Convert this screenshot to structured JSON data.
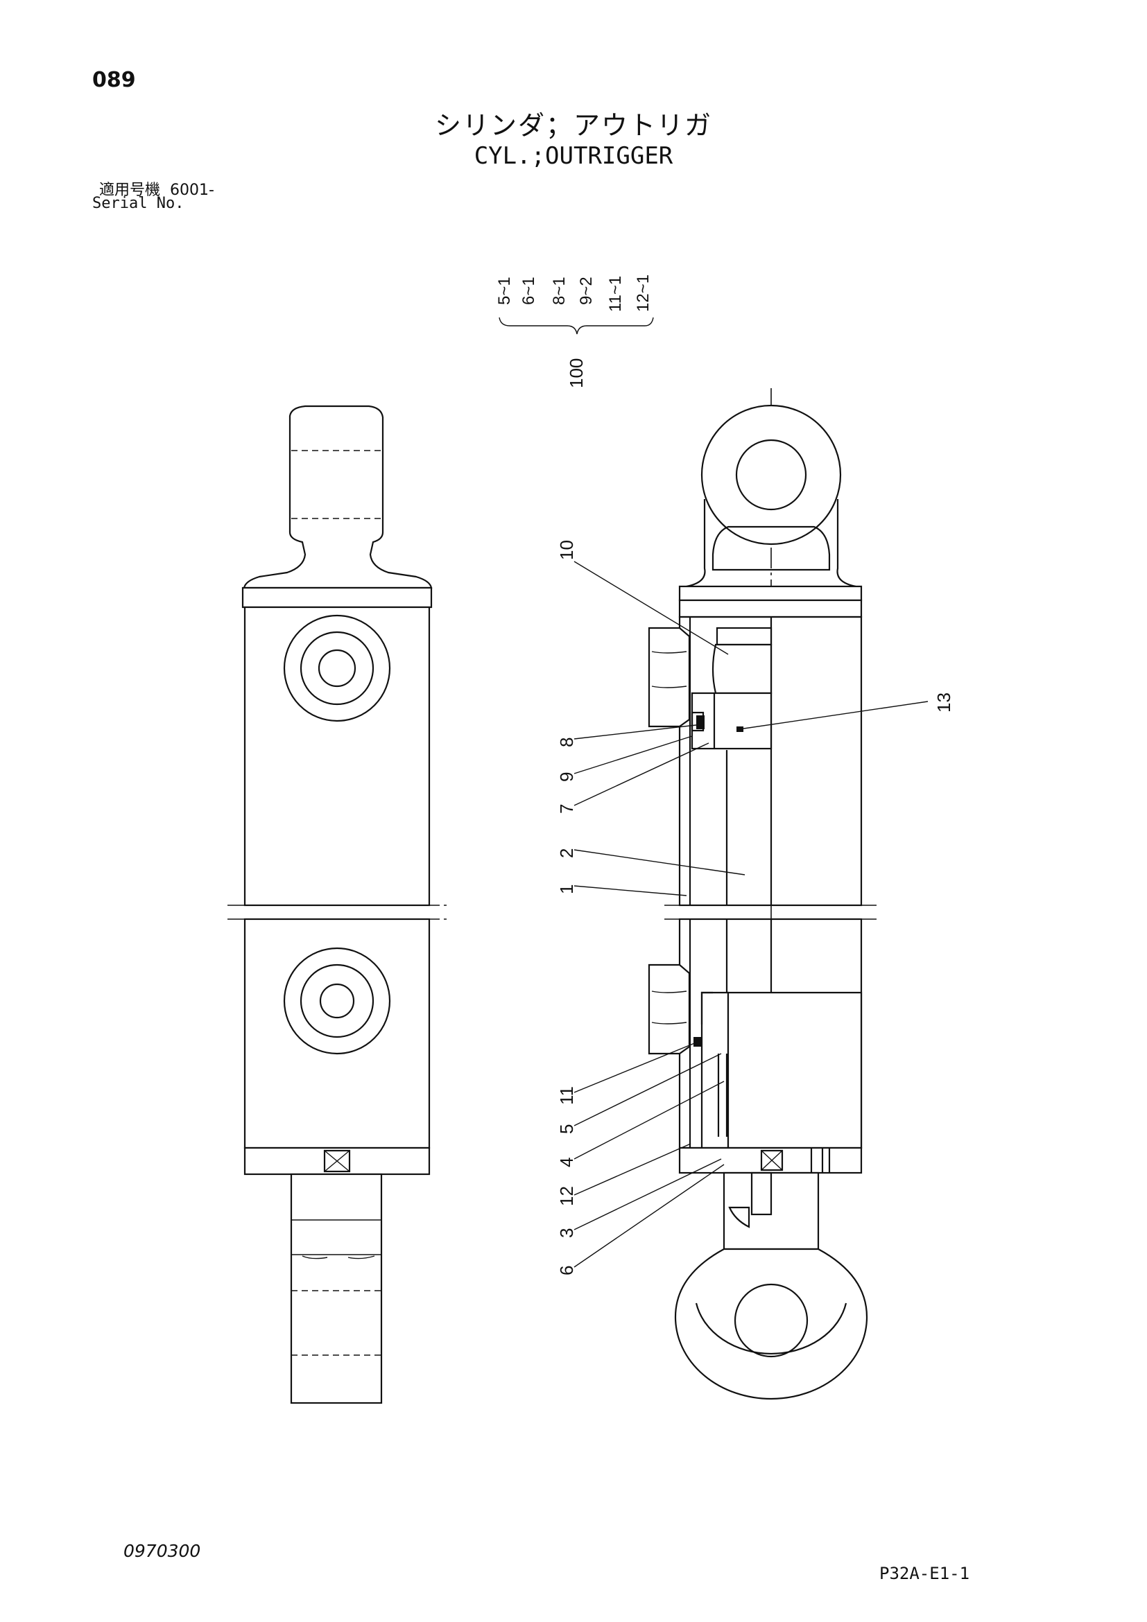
{
  "header": {
    "page_number": "089",
    "title_jp": "シリンダ；アウトリガ",
    "title_en": "CYL.;OUTRIGGER",
    "serial_label_jp": "適用号機",
    "serial_value": "6001-",
    "serial_label_en": "Serial No."
  },
  "assembly": {
    "kit_number": "100",
    "kit_items": [
      "5~1",
      "6~1",
      "8~1",
      "9~2",
      "11~1",
      "12~1"
    ]
  },
  "callouts": [
    {
      "id": "10"
    },
    {
      "id": "13"
    },
    {
      "id": "8"
    },
    {
      "id": "9"
    },
    {
      "id": "7"
    },
    {
      "id": "2"
    },
    {
      "id": "1"
    },
    {
      "id": "11"
    },
    {
      "id": "5"
    },
    {
      "id": "4"
    },
    {
      "id": "12"
    },
    {
      "id": "3"
    },
    {
      "id": "6"
    }
  ],
  "footer": {
    "doc_code": "0970300",
    "sheet_code": "P32A-E1-1"
  }
}
